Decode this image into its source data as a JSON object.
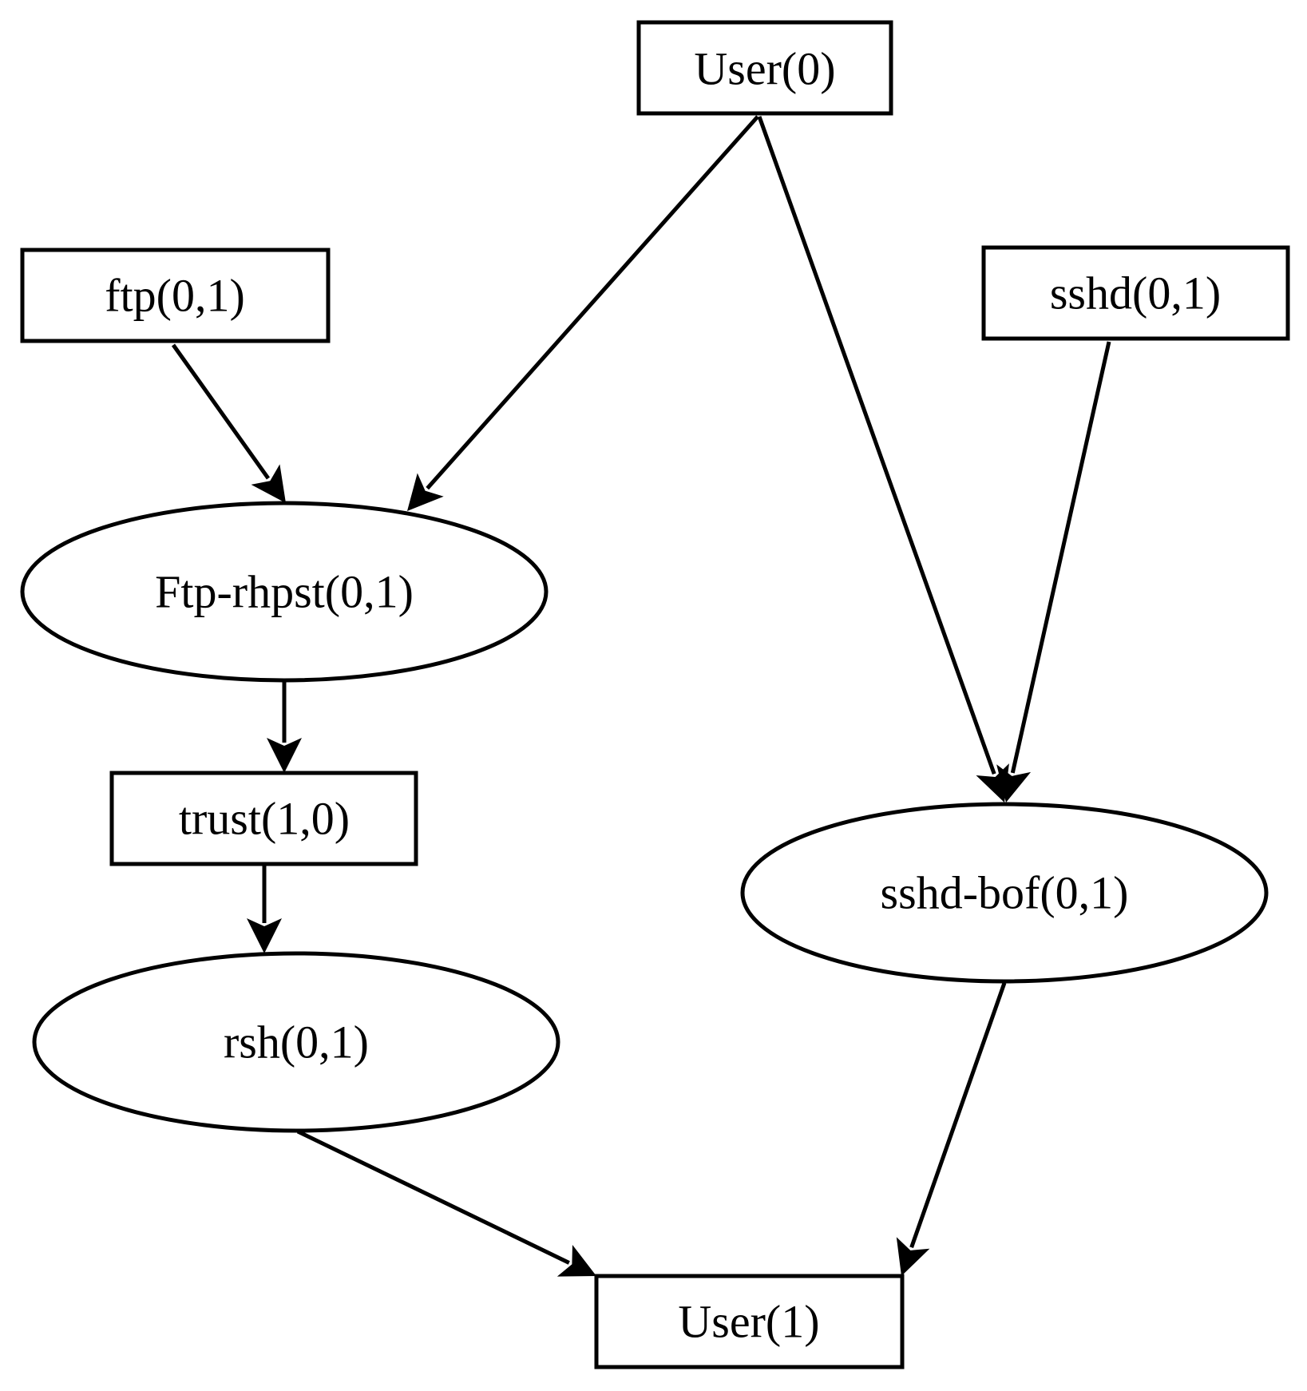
{
  "diagram": {
    "nodes": [
      {
        "id": "user0",
        "label": "User(0)",
        "shape": "rect"
      },
      {
        "id": "ftp",
        "label": "ftp(0,1)",
        "shape": "rect"
      },
      {
        "id": "sshd",
        "label": "sshd(0,1)",
        "shape": "rect"
      },
      {
        "id": "ftp_rhpst",
        "label": "Ftp-rhpst(0,1)",
        "shape": "ellipse"
      },
      {
        "id": "trust",
        "label": "trust(1,0)",
        "shape": "rect"
      },
      {
        "id": "rsh",
        "label": "rsh(0,1)",
        "shape": "ellipse"
      },
      {
        "id": "sshd_bof",
        "label": "sshd-bof(0,1)",
        "shape": "ellipse"
      },
      {
        "id": "user1",
        "label": "User(1)",
        "shape": "rect"
      }
    ],
    "edges": [
      {
        "from": "ftp",
        "to": "ftp_rhpst"
      },
      {
        "from": "user0",
        "to": "ftp_rhpst"
      },
      {
        "from": "user0",
        "to": "sshd_bof"
      },
      {
        "from": "sshd",
        "to": "sshd_bof"
      },
      {
        "from": "ftp_rhpst",
        "to": "trust"
      },
      {
        "from": "trust",
        "to": "rsh"
      },
      {
        "from": "rsh",
        "to": "user1"
      },
      {
        "from": "sshd_bof",
        "to": "user1"
      }
    ]
  }
}
